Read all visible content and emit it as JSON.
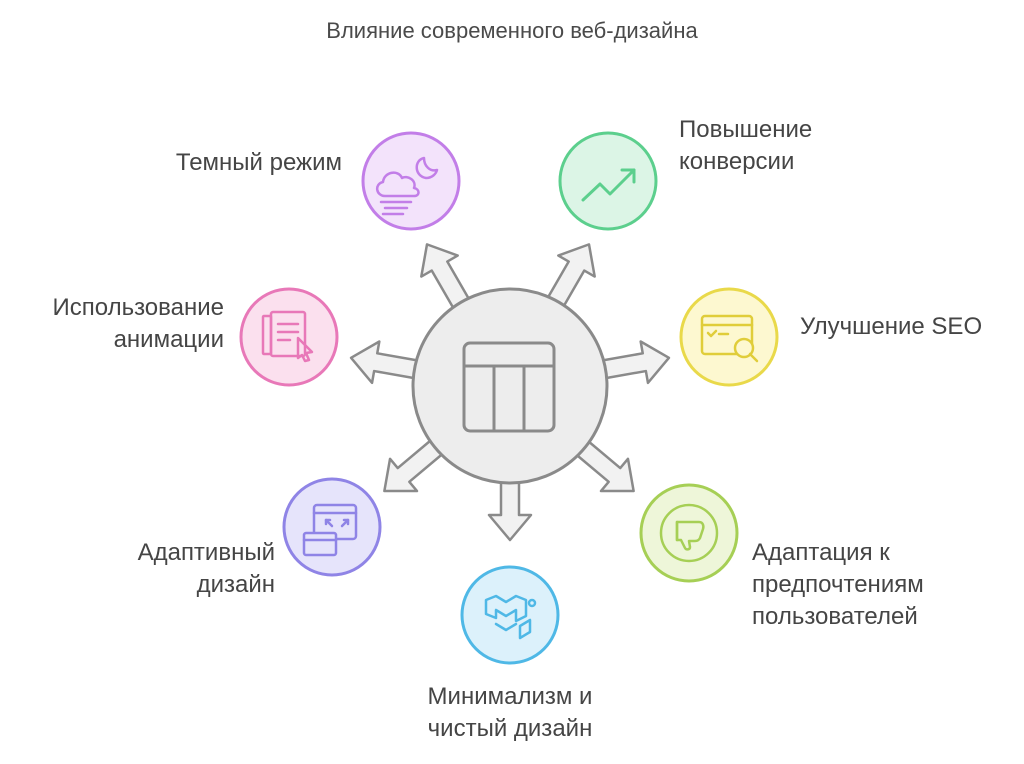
{
  "title": "Влияние современного веб-дизайна",
  "nodes": [
    {
      "id": "dark-mode",
      "lines": [
        "Темный режим"
      ],
      "icon": "cloud-moon-icon",
      "fill": "#f3e3fb",
      "stroke": "#c27ee8"
    },
    {
      "id": "conversion",
      "lines": [
        "Повышение",
        "конверсии"
      ],
      "icon": "trend-up-icon",
      "fill": "#dcf5e6",
      "stroke": "#5ccf8d"
    },
    {
      "id": "animation",
      "lines": [
        "Использование",
        "анимации"
      ],
      "icon": "document-cursor-icon",
      "fill": "#fbe0ee",
      "stroke": "#e878b8"
    },
    {
      "id": "seo",
      "lines": [
        "Улучшение SEO"
      ],
      "icon": "browser-search-icon",
      "fill": "#fdf8d0",
      "stroke": "#e9d94a"
    },
    {
      "id": "adaptive",
      "lines": [
        "Адаптивный",
        "дизайн"
      ],
      "icon": "responsive-window-icon",
      "fill": "#e6e4fb",
      "stroke": "#8f84e6"
    },
    {
      "id": "preferences",
      "lines": [
        "Адаптация к",
        "предпочтениям",
        "пользователей"
      ],
      "icon": "thumbs-down-icon",
      "fill": "#eef6d9",
      "stroke": "#a6cf55"
    },
    {
      "id": "minimalism",
      "lines": [
        "Минимализм и",
        "чистый дизайн"
      ],
      "icon": "material-logo-icon",
      "fill": "#dcf1fb",
      "stroke": "#4fb8e6"
    }
  ]
}
